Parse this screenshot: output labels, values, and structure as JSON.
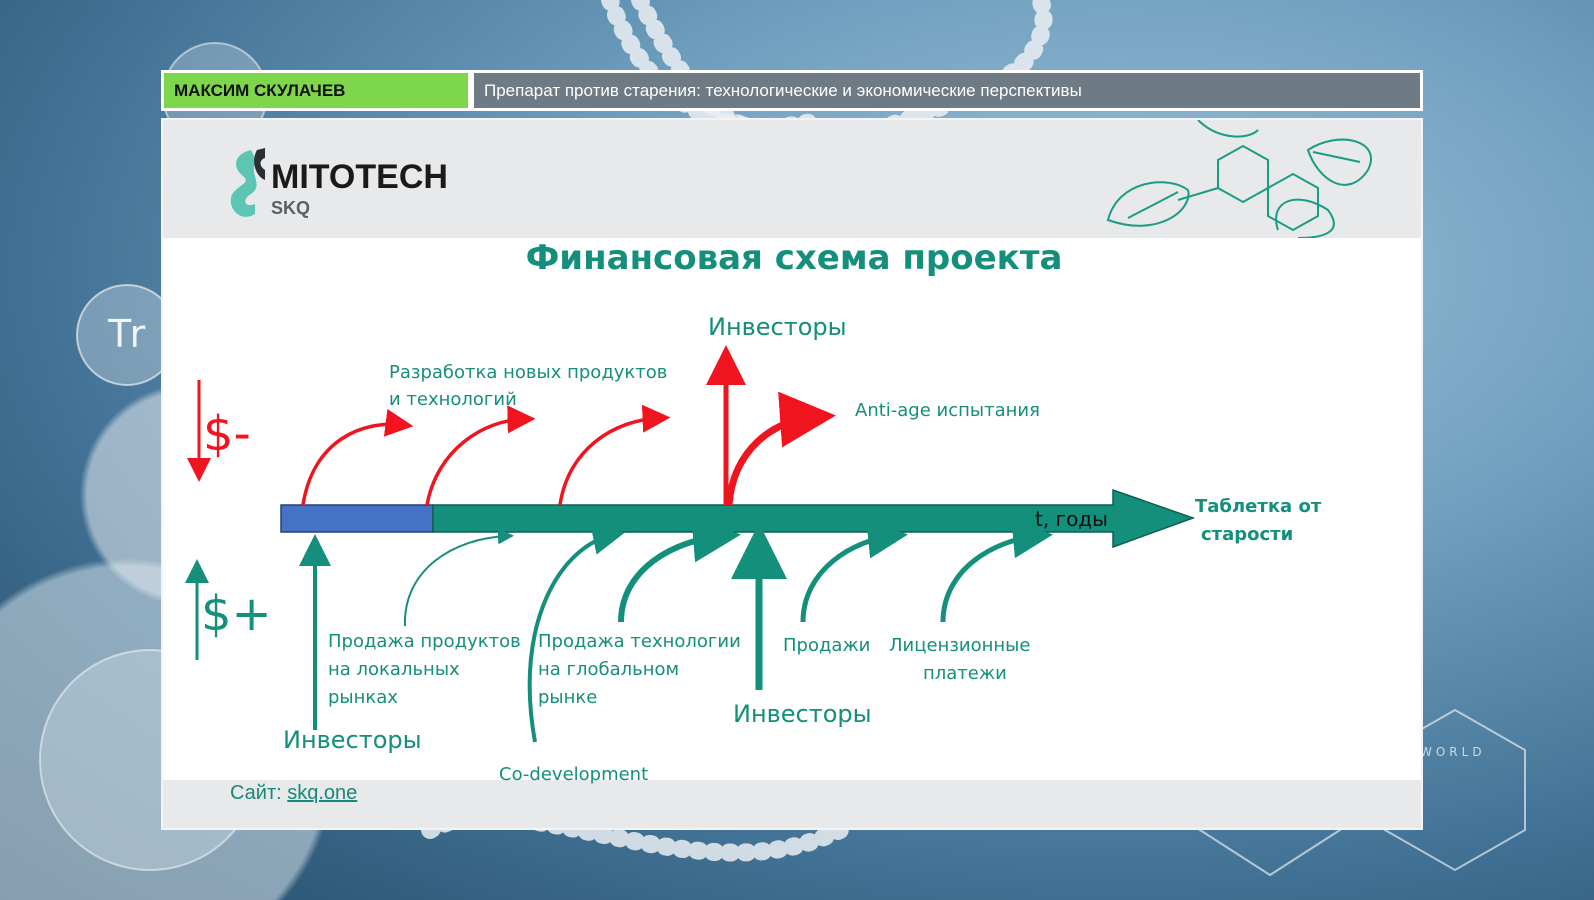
{
  "header": {
    "speaker": "МАКСИМ СКУЛАЧЕВ",
    "topic": "Препарат против старения: технологические и экономические перспективы"
  },
  "background": {
    "overlay_text": "Tr",
    "watermark_text": "WORLD"
  },
  "logo": {
    "name": "MITOTECH",
    "sub": "SKQ"
  },
  "slide": {
    "title": "Финансовая схема проекта",
    "legend_minus": "$-",
    "legend_plus": "$+",
    "axis_label": "t, годы",
    "endpoint": [
      "Таблетка от",
      "старости"
    ],
    "top_labels": {
      "investors": "Инвесторы",
      "dev_line1": "Разработка новых продуктов",
      "dev_line2": "и технологий",
      "antiage": "Anti-age испытания"
    },
    "bottom_labels": {
      "local_sales": [
        "Продажа продуктов",
        "на локальных",
        "рынках"
      ],
      "global_sales": [
        "Продажа технологии",
        "на глобальном",
        "рынке"
      ],
      "sales": "Продажи",
      "licensing": [
        "Лицензионные",
        "платежи"
      ],
      "investors_left": "Инвесторы",
      "investors_mid": "Инвесторы",
      "codev": "Co-development"
    },
    "footer_label": "Сайт:",
    "footer_link": "skq.one"
  },
  "colors": {
    "teal": "#148f7c",
    "red": "#f0141e",
    "blue": "#4472c4",
    "green_badge": "#7ed64a",
    "topic_bg": "#6e7a84"
  }
}
